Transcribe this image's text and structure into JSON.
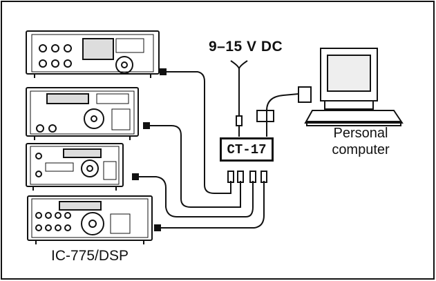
{
  "labels": {
    "power": "9–15 V DC",
    "computer_line1": "Personal",
    "computer_line2": "computer",
    "interface": "CT-17",
    "model": "IC-775/DSP"
  },
  "colors": {
    "ink": "#111111",
    "paper": "#ffffff"
  }
}
